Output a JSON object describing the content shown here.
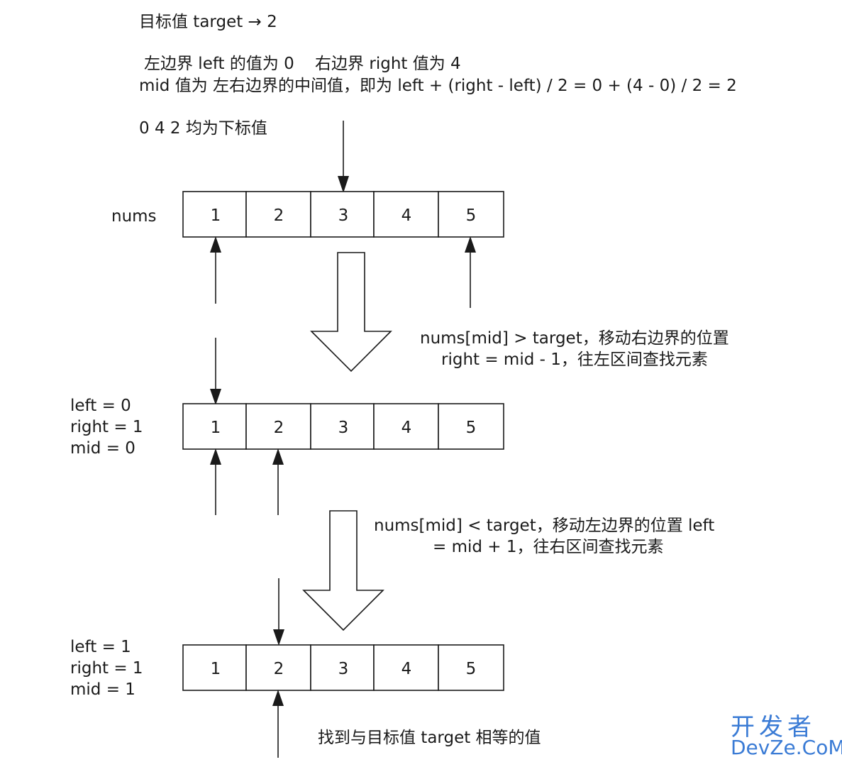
{
  "header": {
    "target_line": "目标值 target → 2",
    "bounds_line": "左边界 left 的值为 0    右边界 right 值为 4",
    "mid_line": "mid 值为 左右边界的中间值，即为 left + (right - left) / 2 = 0 + (4 - 0) / 2 = 2",
    "index_note": "0 4 2 均为下标值"
  },
  "array_label": "nums",
  "array_values": [
    "1",
    "2",
    "3",
    "4",
    "5"
  ],
  "steps": [
    {
      "labels": []
    },
    {
      "labels": [
        "left = 0",
        "right = 1",
        "mid = 0"
      ]
    },
    {
      "labels": [
        "left = 1",
        "right = 1",
        "mid = 1"
      ]
    }
  ],
  "transitions": [
    {
      "line1": "nums[mid] > target，移动右边界的位置",
      "line2": "right = mid - 1，往左区间查找元素"
    },
    {
      "line1": "nums[mid] < target，移动左边界的位置 left",
      "line2": "= mid + 1，往右区间查找元素"
    }
  ],
  "found_note": "找到与目标值 target 相等的值",
  "watermark": {
    "cn": "开发者",
    "en": "DevZe.CoM"
  }
}
